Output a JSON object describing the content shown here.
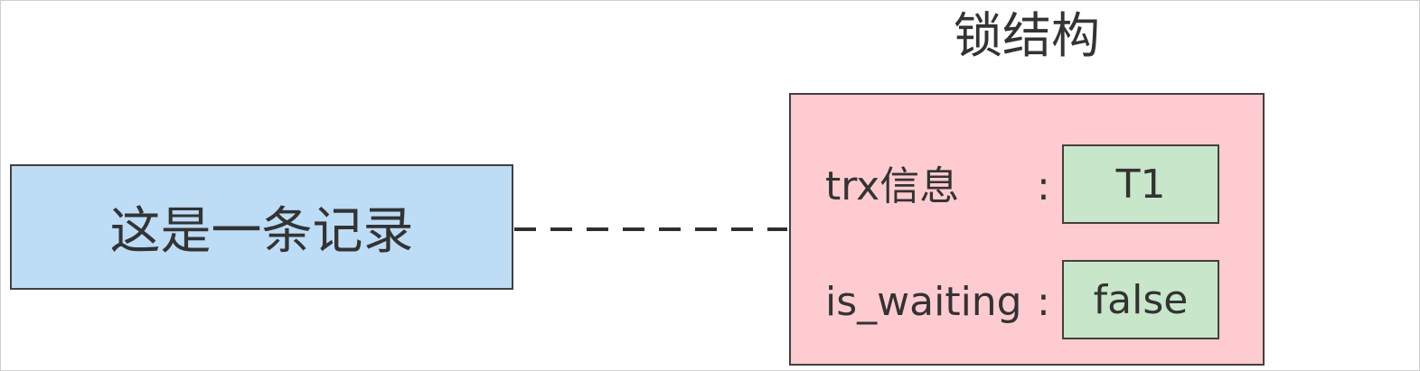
{
  "record": {
    "label": "这是一条记录"
  },
  "lock_structure": {
    "title": "锁结构",
    "fields": [
      {
        "label": "trx信息",
        "separator": ":",
        "value": "T1"
      },
      {
        "label": "is_waiting",
        "separator": ":",
        "value": "false"
      }
    ]
  },
  "colors": {
    "record_fill": "#bddcf6",
    "lock_fill": "#fecbd0",
    "value_fill": "#c8e6c9",
    "border": "#404040",
    "text": "#333333"
  }
}
